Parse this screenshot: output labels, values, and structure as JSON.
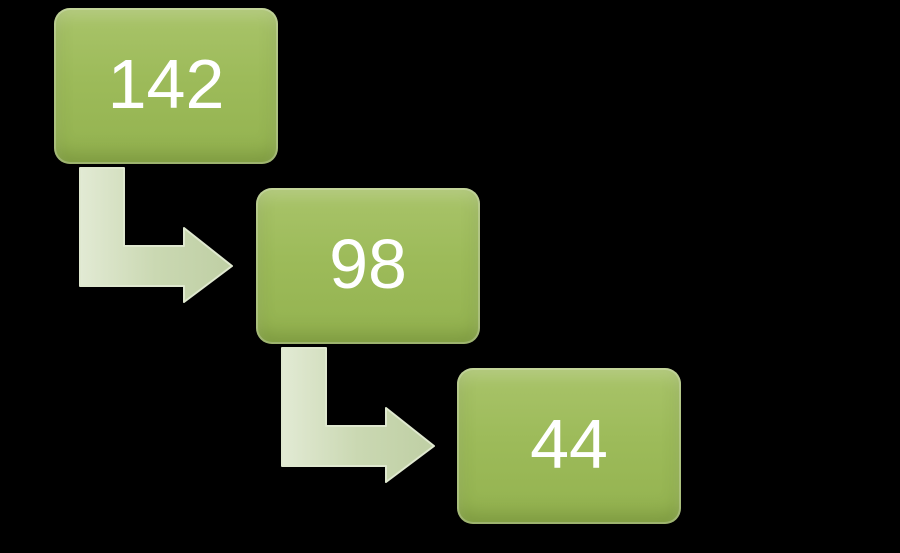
{
  "diagram": {
    "steps": [
      {
        "value": "142"
      },
      {
        "value": "98"
      },
      {
        "value": "44"
      }
    ],
    "colors": {
      "background": "#000000",
      "box_fill": "#9dbb5a",
      "box_text": "#ffffff",
      "arrow_fill": "#cfdcb8"
    },
    "connectors": [
      "elbow-arrow-icon",
      "elbow-arrow-icon"
    ]
  }
}
